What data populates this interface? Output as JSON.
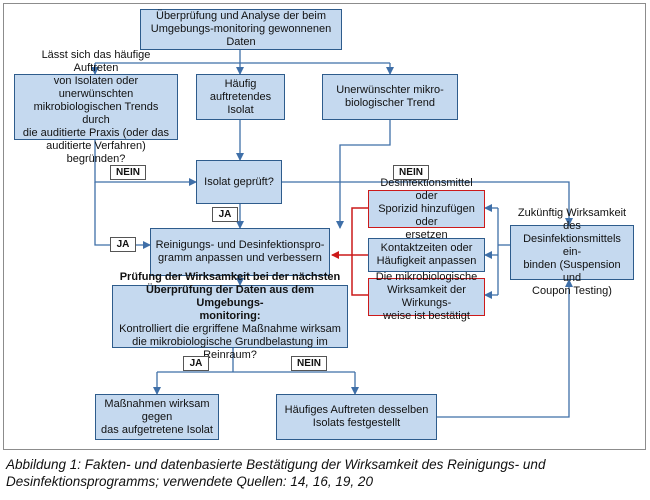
{
  "diagram": {
    "start": "Überprüfung und Analyse der beim Umgebungs-monitoring gewonnenen Daten",
    "question_trends": [
      "Lässt sich das häufige Auftreten",
      "von Isolaten oder unerwünschten",
      "mikrobiologischen Trends durch",
      "die auditierte Praxis (oder das",
      "auditierte Verfahren) begründen?"
    ],
    "frequent_isolate": [
      "Häufig auftretendes",
      "Isolat"
    ],
    "undesired_trend": [
      "Unerwünschter mikro-",
      "biologischer Trend"
    ],
    "isolate_checked": "Isolat geprüft?",
    "adjust_program": [
      "Reinigungs- und Desinfektionspro-",
      "gramm anpassen und verbessern"
    ],
    "add_disinfectant": [
      "Desinfektionsmittel oder",
      "Sporizid hinzufügen oder",
      "ersetzen"
    ],
    "contact_times": [
      "Kontaktzeiten oder",
      "Häufigkeit anpassen"
    ],
    "confirmed_efficacy": [
      "Die mikrobiologische",
      "Wirksamkeit der Wirkungs-",
      "weise ist bestätigt"
    ],
    "future_efficacy": [
      "Zukünftig Wirksamkeit des",
      "Desinfektionsmittels ein-",
      "binden (Suspension und",
      "Coupon Testing)"
    ],
    "verify_bold": [
      "Prüfung der Wirksamkeit bei der nächsten",
      "Überprüfung der Daten aus dem Umgebungs-",
      "monitoring:"
    ],
    "verify_normal": [
      "Kontrolliert die ergriffene Maßnahme wirksam",
      "die mikrobiologische Grundbelastung im Reinraum?"
    ],
    "measures_effective": [
      "Maßnahmen wirksam gegen",
      "das aufgetretene Isolat"
    ],
    "recurring_isolate": [
      "Häufiges Auftreten desselben",
      "Isolats festgestellt"
    ]
  },
  "labels": {
    "no": "NEIN",
    "yes": "JA"
  },
  "caption": "Abbildung 1: Fakten- und datenbasierte Bestätigung der Wirksamkeit des Reinigungs- und Desinfektionsprogramms; verwendete Quellen: 14, 16, 19, 20",
  "colors": {
    "box_fill": "#c5d9ef",
    "box_border": "#2e5c8c",
    "connector": "#3f6fa8",
    "highlight": "#cc1a1a"
  }
}
